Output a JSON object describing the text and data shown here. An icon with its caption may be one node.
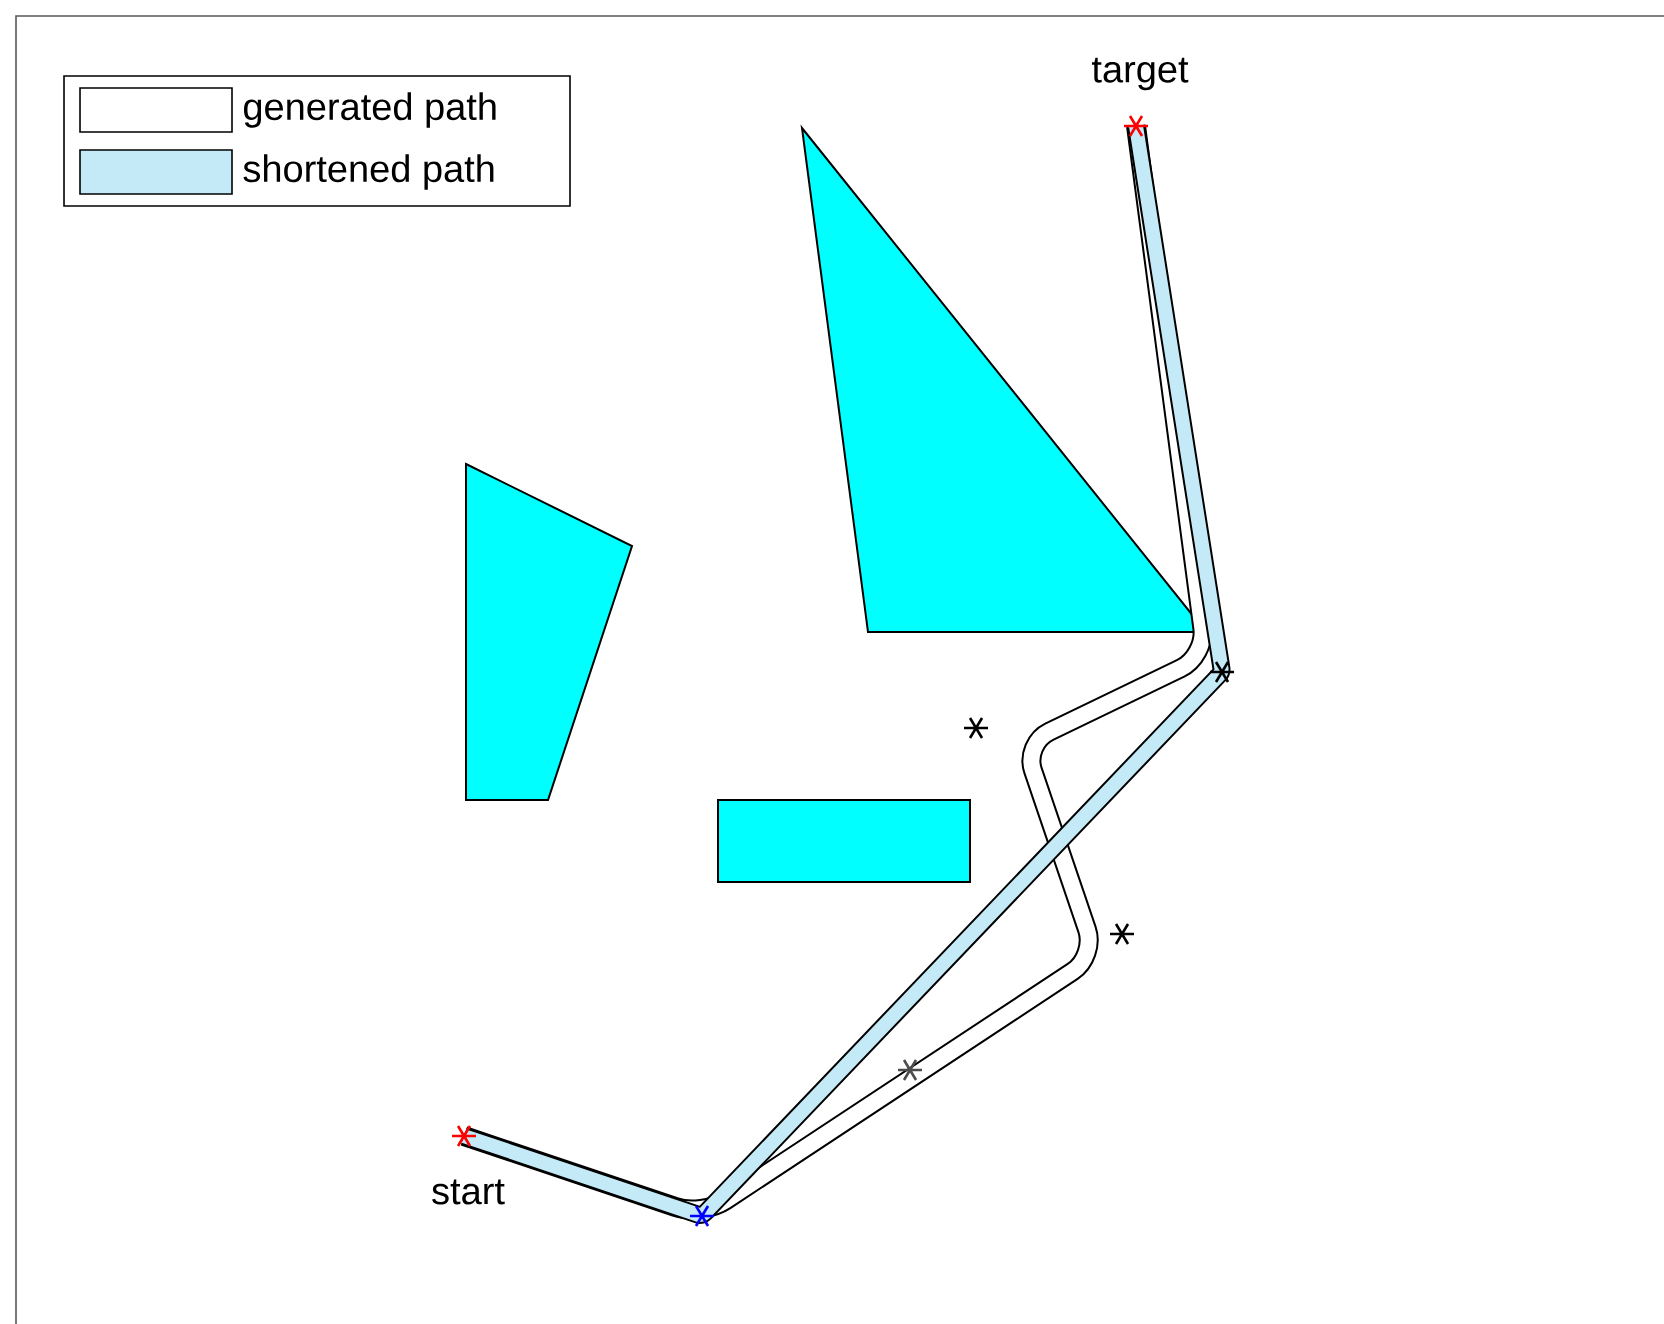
{
  "diagram": {
    "labels": [
      "target",
      "start"
    ],
    "legend": [
      {
        "text": "generated path"
      },
      {
        "text": "shortened path",
        "color": "#c5eaf7"
      }
    ]
  }
}
